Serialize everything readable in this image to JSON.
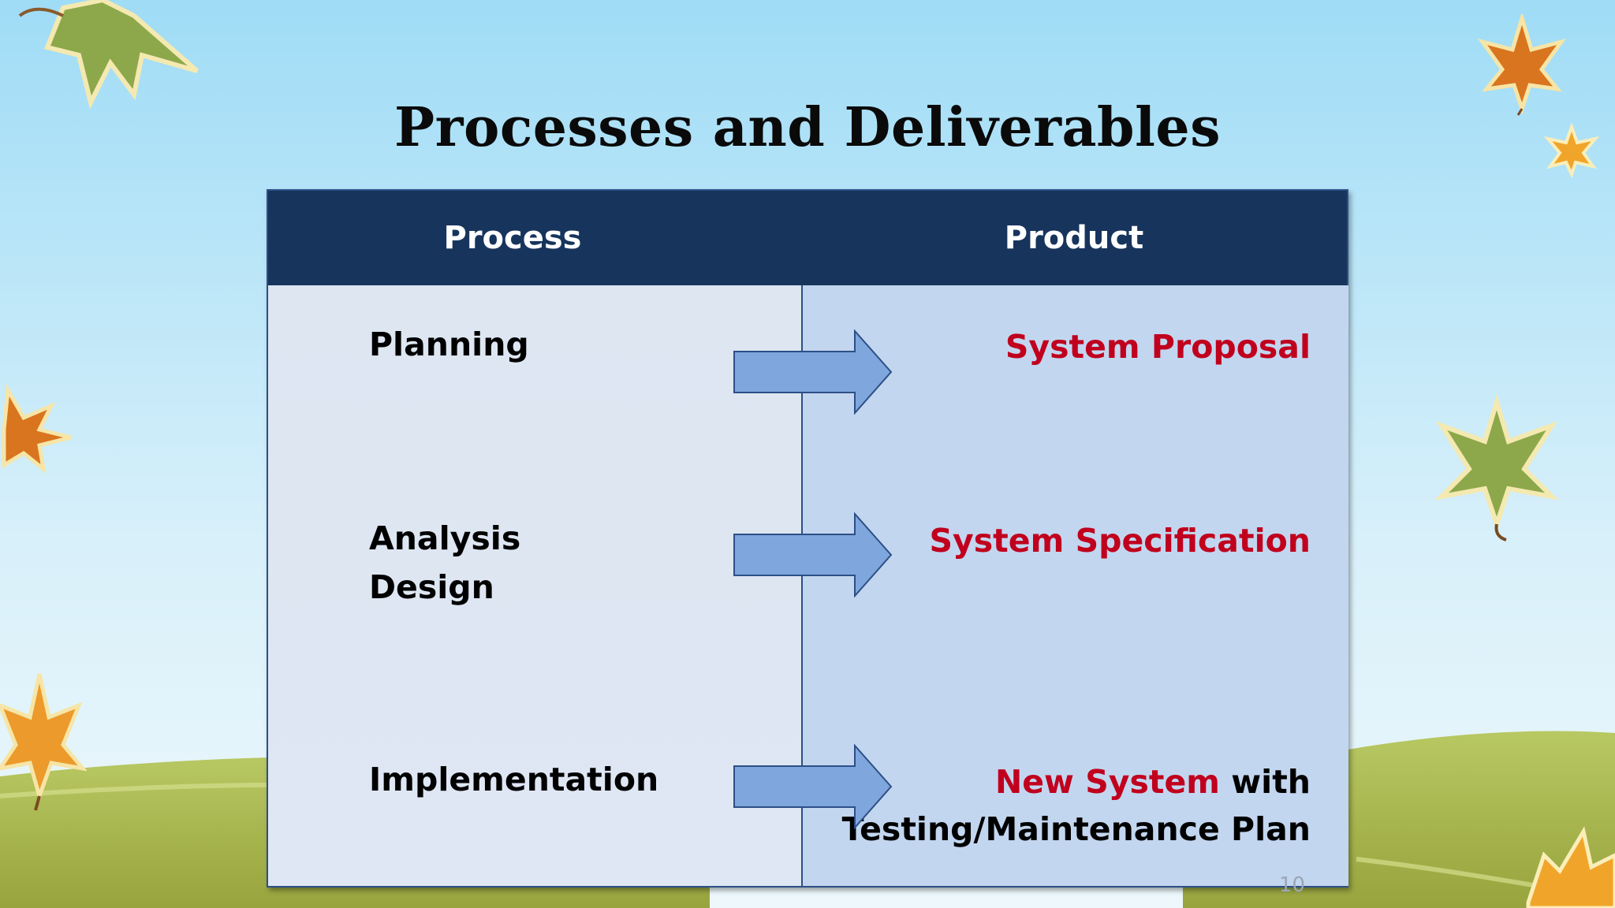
{
  "title": "Processes and Deliverables",
  "table": {
    "headers": {
      "process": "Process",
      "product": "Product"
    },
    "rows": [
      {
        "process_lines": [
          "Planning"
        ],
        "product_red": "System Proposal",
        "product_black": "",
        "product_line2": ""
      },
      {
        "process_lines": [
          "Analysis",
          "Design"
        ],
        "product_red": "System Specification",
        "product_black": "",
        "product_line2": ""
      },
      {
        "process_lines": [
          "Implementation"
        ],
        "product_red": "New System",
        "product_black": " with",
        "product_line2": "Testing/Maintenance Plan"
      }
    ]
  },
  "page_number": "10",
  "colors": {
    "header_bg": "#17345c",
    "deliverable_red": "#c0001d",
    "arrow_fill": "#7fa6dd",
    "arrow_stroke": "#2c4f86"
  },
  "icons": [
    "right-arrow-icon",
    "maple-leaf-icon"
  ]
}
